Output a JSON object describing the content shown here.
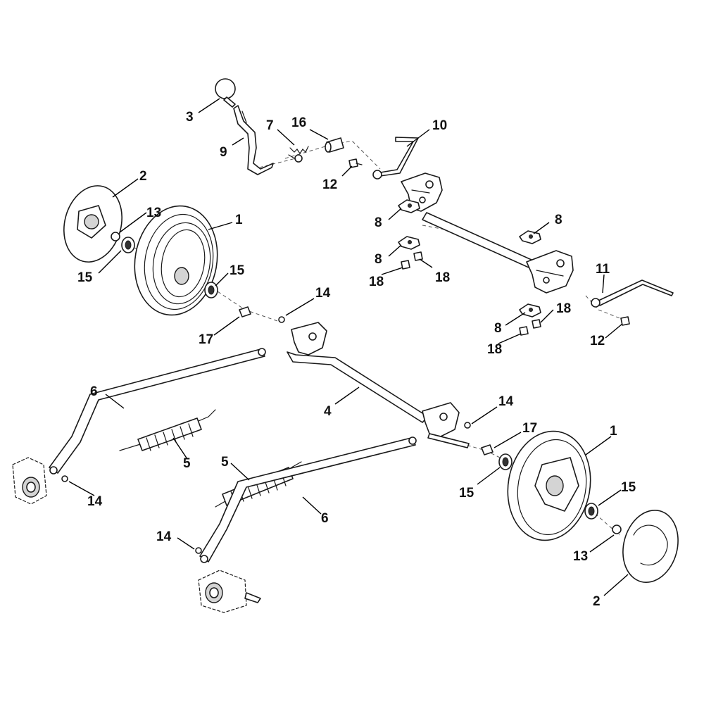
{
  "colors": {
    "line": "#1a1a1a",
    "background": "#ffffff",
    "shade": "#d4d4d4"
  },
  "callouts": [
    {
      "id": "c3",
      "label": "3"
    },
    {
      "id": "c7",
      "label": "7"
    },
    {
      "id": "c16",
      "label": "16"
    },
    {
      "id": "c10",
      "label": "10"
    },
    {
      "id": "c9",
      "label": "9"
    },
    {
      "id": "c12a",
      "label": "12"
    },
    {
      "id": "c2a",
      "label": "2"
    },
    {
      "id": "c13a",
      "label": "13"
    },
    {
      "id": "c1a",
      "label": "1"
    },
    {
      "id": "c8a",
      "label": "8"
    },
    {
      "id": "c8b",
      "label": "8"
    },
    {
      "id": "c8c",
      "label": "8"
    },
    {
      "id": "c15a",
      "label": "15"
    },
    {
      "id": "c15b",
      "label": "15"
    },
    {
      "id": "c18a",
      "label": "18"
    },
    {
      "id": "c18b",
      "label": "18"
    },
    {
      "id": "c14a",
      "label": "14"
    },
    {
      "id": "c11",
      "label": "11"
    },
    {
      "id": "c17a",
      "label": "17"
    },
    {
      "id": "c18c",
      "label": "18"
    },
    {
      "id": "c8d",
      "label": "8"
    },
    {
      "id": "c12b",
      "label": "12"
    },
    {
      "id": "c18d",
      "label": "18"
    },
    {
      "id": "c6a",
      "label": "6"
    },
    {
      "id": "c4",
      "label": "4"
    },
    {
      "id": "c14b",
      "label": "14"
    },
    {
      "id": "c17b",
      "label": "17"
    },
    {
      "id": "c1b",
      "label": "1"
    },
    {
      "id": "c5a",
      "label": "5"
    },
    {
      "id": "c5b",
      "label": "5"
    },
    {
      "id": "c15c",
      "label": "15"
    },
    {
      "id": "c15d",
      "label": "15"
    },
    {
      "id": "c14c",
      "label": "14"
    },
    {
      "id": "c6b",
      "label": "6"
    },
    {
      "id": "c14d",
      "label": "14"
    },
    {
      "id": "c13b",
      "label": "13"
    },
    {
      "id": "c2b",
      "label": "2"
    }
  ]
}
